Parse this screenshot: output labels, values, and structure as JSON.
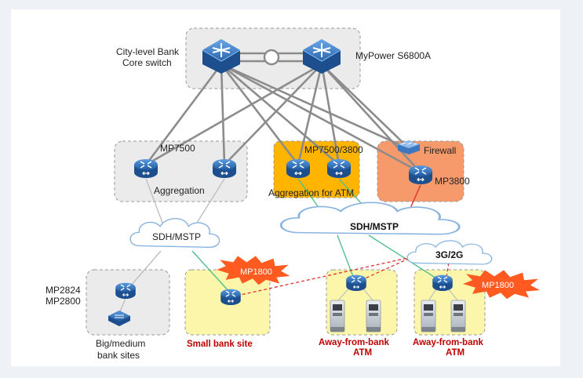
{
  "labels": {
    "core_title_line1": "City-level Bank",
    "core_title_line2": "Core switch",
    "core_model": "MyPower S6800A",
    "mp7500": "MP7500",
    "mp7500_3800": "MP7500/3800",
    "firewall": "Firewall",
    "mp3800": "MP3800",
    "aggregation_left": "Aggregation",
    "aggregation_atm": "Aggregation  for ATM",
    "sdh_left": "SDH/MSTP",
    "sdh_right": "SDH/MSTP",
    "mobile": "3G/2G",
    "mp2824": "MP2824",
    "mp2800": "MP2800",
    "big_sites_line1": "Big/medium",
    "big_sites_line2": "bank sites",
    "small_site": "Small bank site",
    "atm1_line1": "Away-from-bank",
    "atm1_line2": "ATM",
    "atm2_line1": "Away-from-bank",
    "atm2_line2": "ATM",
    "burst_left": "MP1800",
    "burst_right": "MP1800"
  },
  "colors": {
    "page_bg": "#eef2f7",
    "canvas_bg": "#ffffff",
    "group_gray": "#ebebeb",
    "group_orange": "#ffb400",
    "group_salmon": "#f79a6b",
    "group_yellow": "#fbf6a9",
    "router_blue": "#2f6fb5",
    "link_gray": "#8c8c8c",
    "link_green": "#4fc08d",
    "link_red": "#e03030",
    "burst_red": "#ff5a1f",
    "label_red": "#c00000"
  },
  "icons": [
    "core-switch-icon",
    "router-icon",
    "firewall-icon",
    "switch-icon",
    "atm-machine-icon",
    "cloud-icon",
    "burst-icon"
  ]
}
